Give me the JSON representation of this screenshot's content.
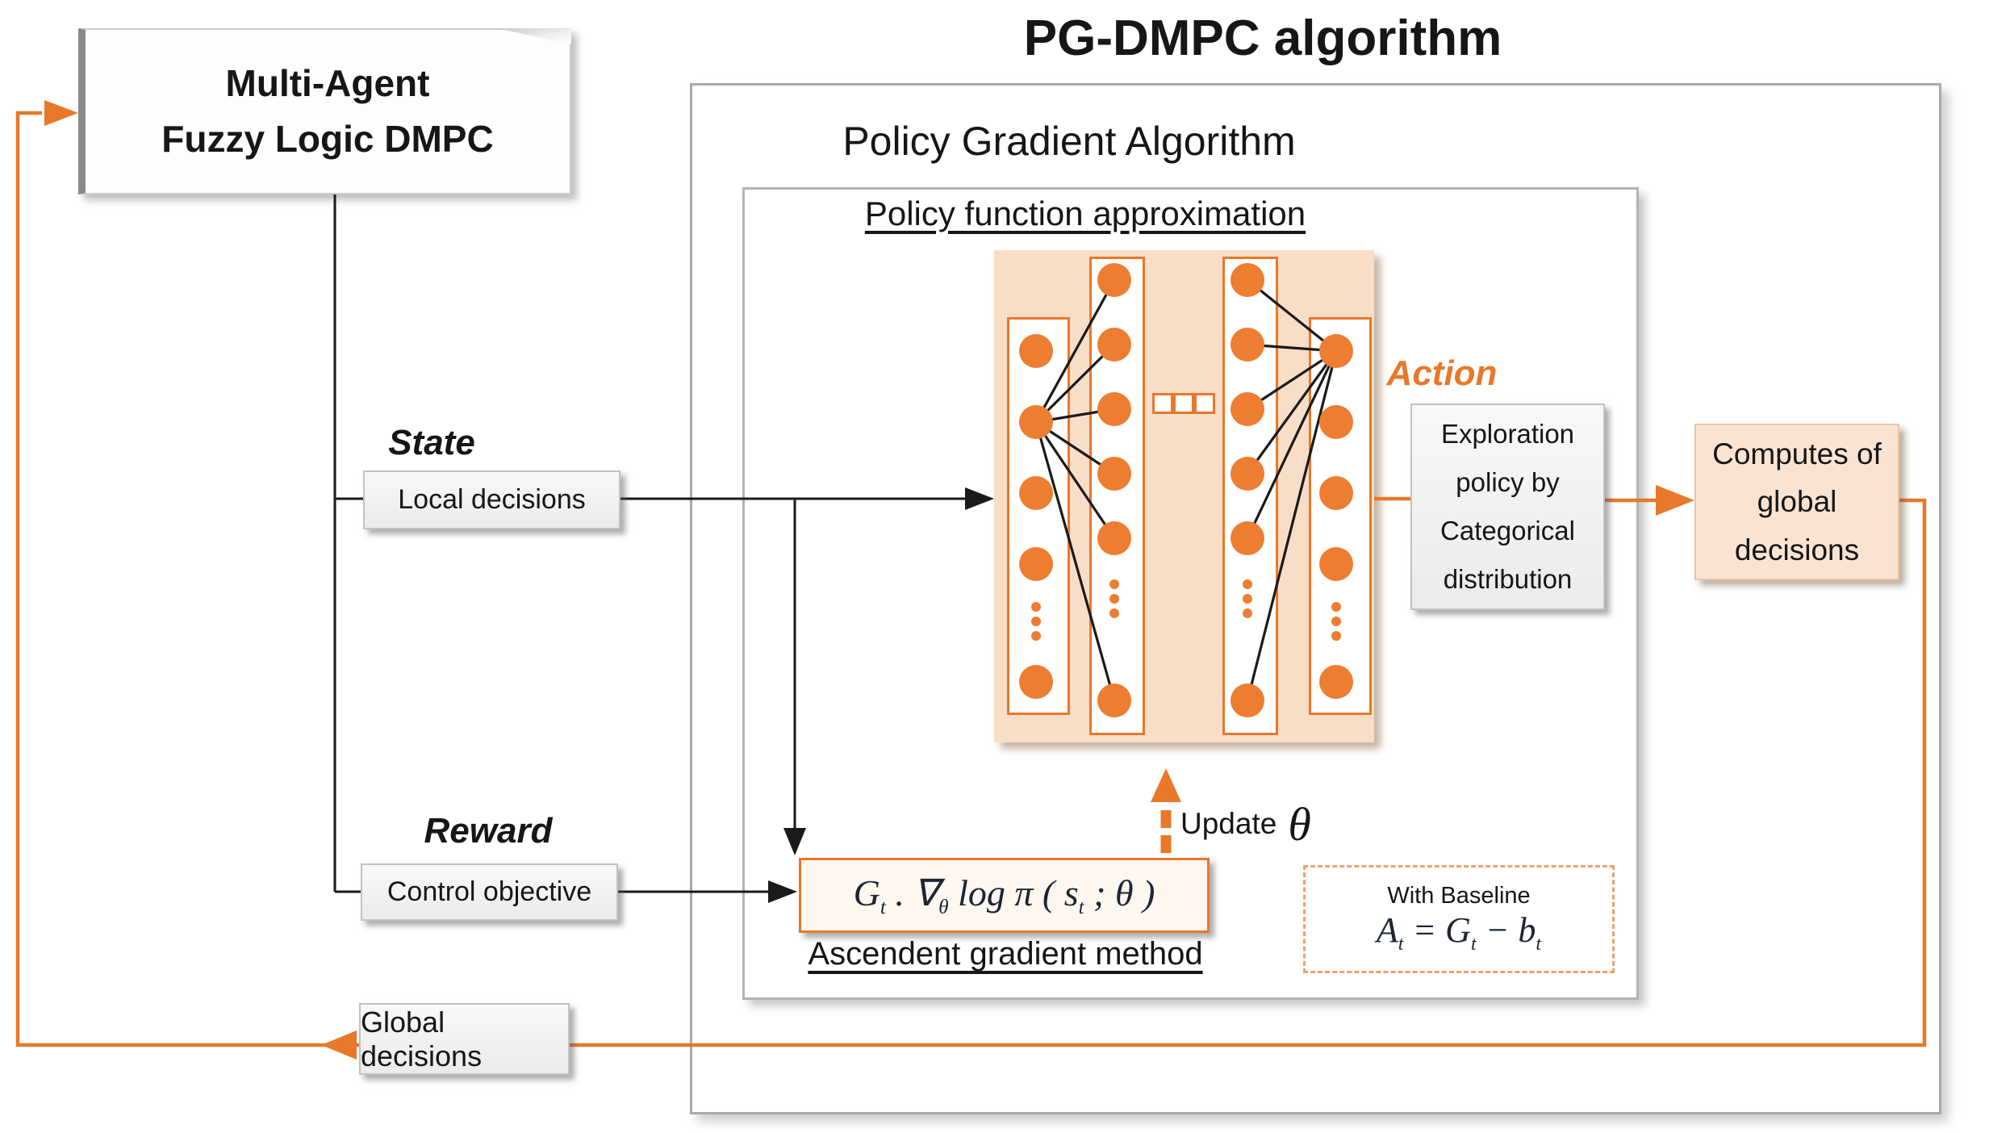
{
  "title": "PG-DMPC algorithm",
  "agent_box": {
    "line1": "Multi-Agent",
    "line2": "Fuzzy Logic DMPC"
  },
  "policy_section": {
    "title": "Policy Gradient Algorithm",
    "approx_title": "Policy function approximation"
  },
  "flow_labels": {
    "state": "State",
    "reward": "Reward",
    "action": "Action",
    "update_prefix": "Update",
    "update_theta": "θ"
  },
  "gray_boxes": {
    "local_decisions": "Local decisions",
    "control_objective": "Control objective",
    "global_decisions": "Global decisions"
  },
  "exploration_box": {
    "lines": [
      "Exploration",
      "policy by",
      "Categorical",
      "distribution"
    ]
  },
  "computes_box": {
    "lines": [
      "Computes of",
      "global",
      "decisions"
    ]
  },
  "gradient_method": {
    "formula": [
      {
        "t": "G"
      },
      {
        "s": "t"
      },
      {
        "t": " . ∇"
      },
      {
        "s": "θ"
      },
      {
        "t": " log π ( s"
      },
      {
        "s": "t"
      },
      {
        "t": " ; θ )"
      }
    ],
    "caption": "Ascendent gradient method"
  },
  "baseline_box": {
    "title": "With Baseline",
    "formula": [
      {
        "t": "A"
      },
      {
        "s": "t"
      },
      {
        "t": " =  G"
      },
      {
        "s": "t"
      },
      {
        "t": " − b"
      },
      {
        "s": "t"
      }
    ]
  },
  "nn": {
    "layers": [
      {
        "type": "short",
        "circles": 4
      },
      {
        "type": "tall",
        "circles": 5
      },
      {
        "type": "tall",
        "circles": 5
      },
      {
        "type": "short",
        "circles": 4
      }
    ],
    "ellipsis_dots": 3,
    "bottom_circles": 1,
    "separator_squares": 3
  },
  "colors": {
    "accent_orange": "#E8782A",
    "neuron_orange": "#ED7D31",
    "panel_peach": "#F9DEC7",
    "computes_peach": "#FBE3D2",
    "line_black": "#1A1A1A"
  }
}
